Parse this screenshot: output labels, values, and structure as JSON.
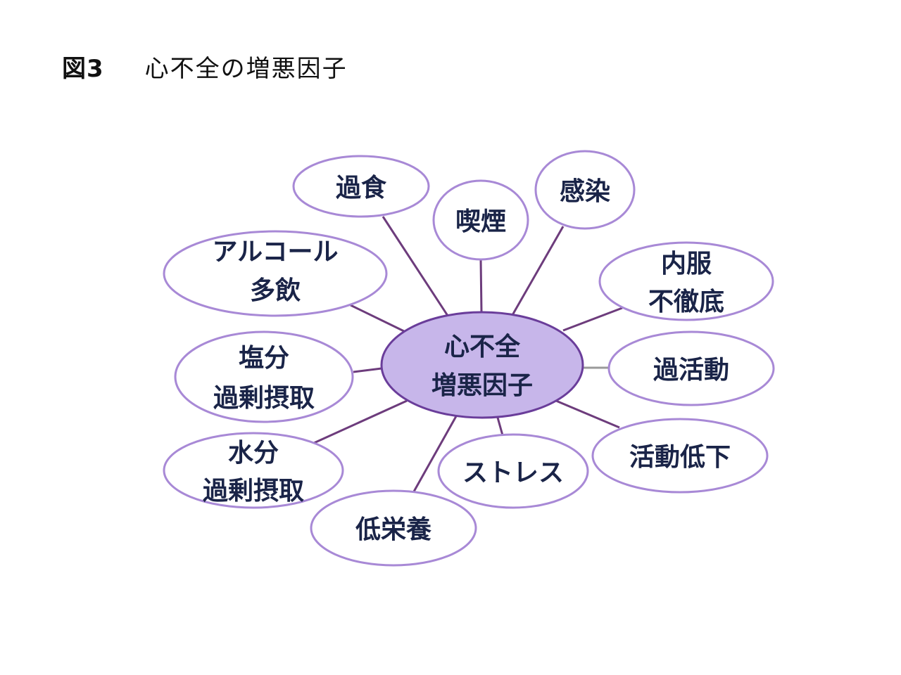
{
  "header": {
    "figure_label": "図3",
    "figure_title": "心不全の増悪因子"
  },
  "hub": {
    "lines": [
      "心不全",
      "増悪因子"
    ]
  },
  "nodes": [
    {
      "id": "overeating",
      "lines": [
        "過食"
      ]
    },
    {
      "id": "smoking",
      "lines": [
        "喫煙"
      ]
    },
    {
      "id": "infection",
      "lines": [
        "感染"
      ]
    },
    {
      "id": "medication",
      "lines": [
        "内服",
        "不徹底"
      ]
    },
    {
      "id": "overactivity",
      "lines": [
        "過活動"
      ]
    },
    {
      "id": "reduced-activity",
      "lines": [
        "活動低下"
      ]
    },
    {
      "id": "stress",
      "lines": [
        "ストレス"
      ]
    },
    {
      "id": "malnutrition",
      "lines": [
        "低栄養"
      ]
    },
    {
      "id": "water",
      "lines": [
        "水分",
        "過剰摂取"
      ]
    },
    {
      "id": "salt",
      "lines": [
        "塩分",
        "過剰摂取"
      ]
    },
    {
      "id": "alcohol",
      "lines": [
        "アルコール",
        "多飲"
      ]
    }
  ],
  "colors": {
    "hub_fill": "#c7b6ea",
    "hub_stroke": "#6a3d9a",
    "node_stroke": "#a889d6",
    "connector": "#6d3c7c",
    "text": "#1a2448"
  }
}
